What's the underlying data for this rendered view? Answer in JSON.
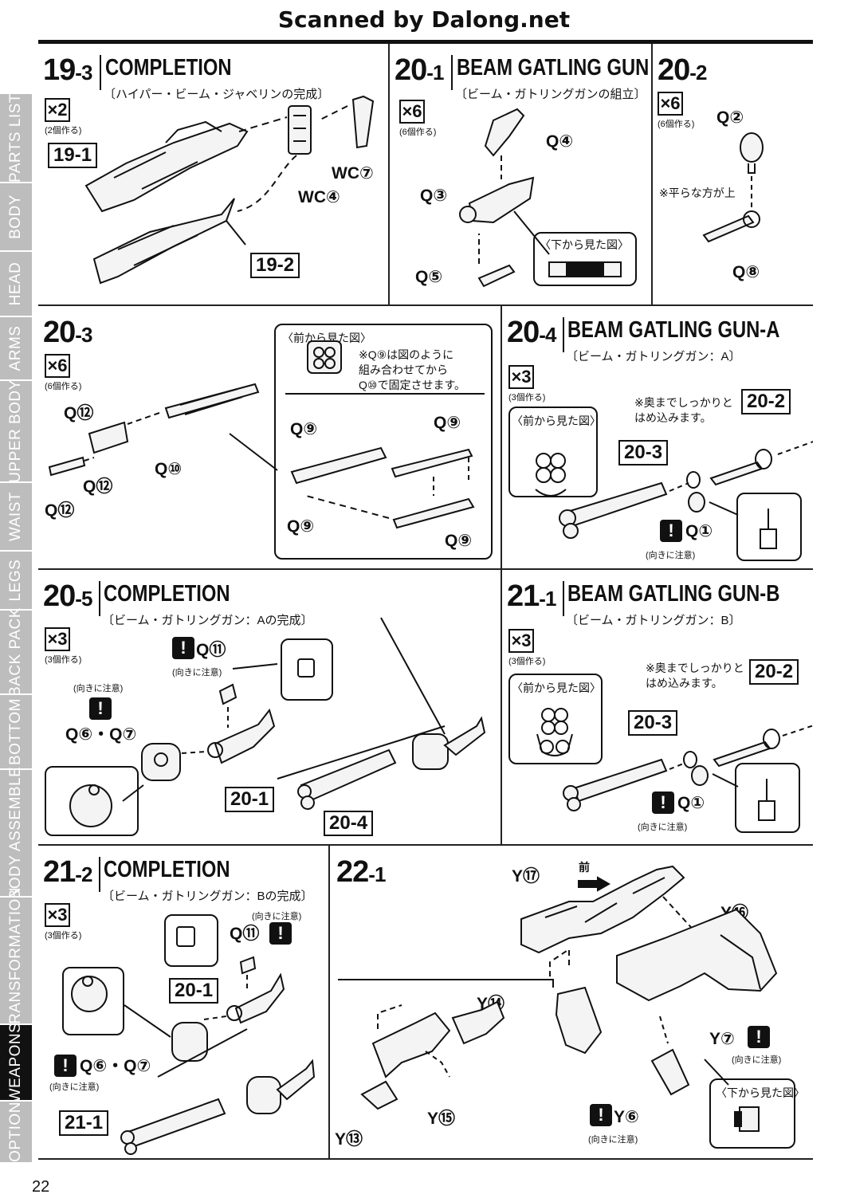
{
  "header": "Scanned by Dalong.net",
  "page_number": "22",
  "side_tabs": [
    "PARTS LIST",
    "BODY",
    "HEAD",
    "ARMS",
    "UPPER BODY",
    "WAIST",
    "LEGS",
    "BACK PACK",
    "BOTTOM",
    "BODY ASSEMBLE",
    "TRANSFORMATION",
    "WEAPONS",
    "OPTION"
  ],
  "active_tab": "WEAPONS",
  "steps": {
    "s19_3": {
      "num": "19",
      "sub": "-3",
      "title": "COMPLETION",
      "subtitle": "〔ハイパー・ビーム・ジャベリンの完成〕",
      "qty": "×2",
      "qty_note": "(2個作る)",
      "refs": [
        "19-1",
        "19-2"
      ],
      "labels": [
        "WC⑦",
        "WC④"
      ]
    },
    "s20_1": {
      "num": "20",
      "sub": "-1",
      "title": "BEAM GATLING GUN",
      "subtitle": "〔ビーム・ガトリングガンの組立〕",
      "qty": "×6",
      "qty_note": "(6個作る)",
      "labels": [
        "Q④",
        "Q③",
        "Q⑤"
      ],
      "inset": "〈下から見た図〉"
    },
    "s20_2": {
      "num": "20",
      "sub": "-2",
      "qty": "×6",
      "qty_note": "(6個作る)",
      "labels": [
        "Q②",
        "Q⑧"
      ],
      "note": "※平らな方が上"
    },
    "s20_3": {
      "num": "20",
      "sub": "-3",
      "qty": "×6",
      "qty_note": "(6個作る)",
      "labels": [
        "Q⑫",
        "Q⑩",
        "Q⑫",
        "Q⑫",
        "Q⑨",
        "Q⑨",
        "Q⑨",
        "Q⑨"
      ],
      "inset": "〈前から見た図〉",
      "note_lines": [
        "※Q⑨は図のように",
        "組み合わせてから",
        "Q⑩で固定させます。"
      ]
    },
    "s20_4": {
      "num": "20",
      "sub": "-4",
      "title": "BEAM GATLING GUN-A",
      "subtitle": "〔ビーム・ガトリングガン：A〕",
      "qty": "×3",
      "qty_note": "(3個作る)",
      "refs": [
        "20-2",
        "20-3"
      ],
      "labels": [
        "Q①"
      ],
      "inset": "〈前から見た図〉",
      "note_lines": [
        "※奥までしっかりと",
        "はめ込みます。"
      ],
      "caution": "(向きに注意)"
    },
    "s20_5": {
      "num": "20",
      "sub": "-5",
      "title": "COMPLETION",
      "subtitle": "〔ビーム・ガトリングガン：Aの完成〕",
      "qty": "×3",
      "qty_note": "(3個作る)",
      "refs": [
        "20-1",
        "20-4"
      ],
      "labels": [
        "Q⑪",
        "Q⑥・Q⑦"
      ],
      "caution": "(向きに注意)"
    },
    "s21_1": {
      "num": "21",
      "sub": "-1",
      "title": "BEAM GATLING GUN-B",
      "subtitle": "〔ビーム・ガトリングガン：B〕",
      "qty": "×3",
      "qty_note": "(3個作る)",
      "refs": [
        "20-2",
        "20-3"
      ],
      "labels": [
        "Q①"
      ],
      "inset": "〈前から見た図〉",
      "note_lines": [
        "※奥までしっかりと",
        "はめ込みます。"
      ],
      "caution": "(向きに注意)"
    },
    "s21_2": {
      "num": "21",
      "sub": "-2",
      "title": "COMPLETION",
      "subtitle": "〔ビーム・ガトリングガン：Bの完成〕",
      "qty": "×3",
      "qty_note": "(3個作る)",
      "refs": [
        "20-1",
        "21-1"
      ],
      "labels": [
        "Q⑪",
        "Q⑥・Q⑦"
      ],
      "caution": "(向きに注意)"
    },
    "s22_1": {
      "num": "22",
      "sub": "-1",
      "labels": [
        "Y⑰",
        "Y⑯",
        "Y⑭",
        "Y⑮",
        "Y⑬",
        "Y⑦",
        "Y⑥"
      ],
      "front": "前",
      "inset": "〈下から見た図〉",
      "caution": "(向きに注意)"
    }
  }
}
